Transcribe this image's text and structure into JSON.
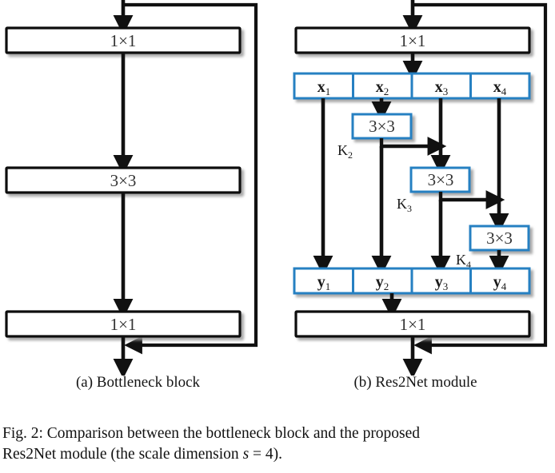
{
  "figure": {
    "caption_line1": "Fig. 2: Comparison between the bottleneck block and the proposed",
    "caption_line2_pre": "Res2Net module (the scale dimension ",
    "caption_italic_s": "s",
    "caption_line2_post": " = 4).",
    "subfigure_a_label": "(a) Bottleneck block",
    "subfigure_b_label": "(b) Res2Net module"
  },
  "colors": {
    "blue_accent": "#2680C2",
    "black_stroke": "#111111",
    "box_fill": "#ffffff",
    "shadow": "#bbbbbb",
    "page_background": "#ffffff"
  },
  "bottleneck_block": {
    "layers": [
      {
        "label": "1×1",
        "role": "reduce-conv"
      },
      {
        "label": "3×3",
        "role": "spatial-conv"
      },
      {
        "label": "1×1",
        "role": "expand-conv"
      }
    ],
    "has_residual_shortcut": true
  },
  "res2net_module": {
    "input_conv": {
      "label": "1×1",
      "role": "reduce-conv"
    },
    "output_conv": {
      "label": "1×1",
      "role": "expand-conv"
    },
    "scale_dimension": 4,
    "split_inputs": [
      {
        "label": "x",
        "subscript": "1"
      },
      {
        "label": "x",
        "subscript": "2"
      },
      {
        "label": "x",
        "subscript": "3"
      },
      {
        "label": "x",
        "subscript": "4"
      }
    ],
    "split_outputs": [
      {
        "label": "y",
        "subscript": "1"
      },
      {
        "label": "y",
        "subscript": "2"
      },
      {
        "label": "y",
        "subscript": "3"
      },
      {
        "label": "y",
        "subscript": "4"
      }
    ],
    "kernels": [
      {
        "label": "3×3",
        "name": "K",
        "subscript": "2"
      },
      {
        "label": "3×3",
        "name": "K",
        "subscript": "3"
      },
      {
        "label": "3×3",
        "name": "K",
        "subscript": "4"
      }
    ],
    "has_residual_shortcut": true
  }
}
